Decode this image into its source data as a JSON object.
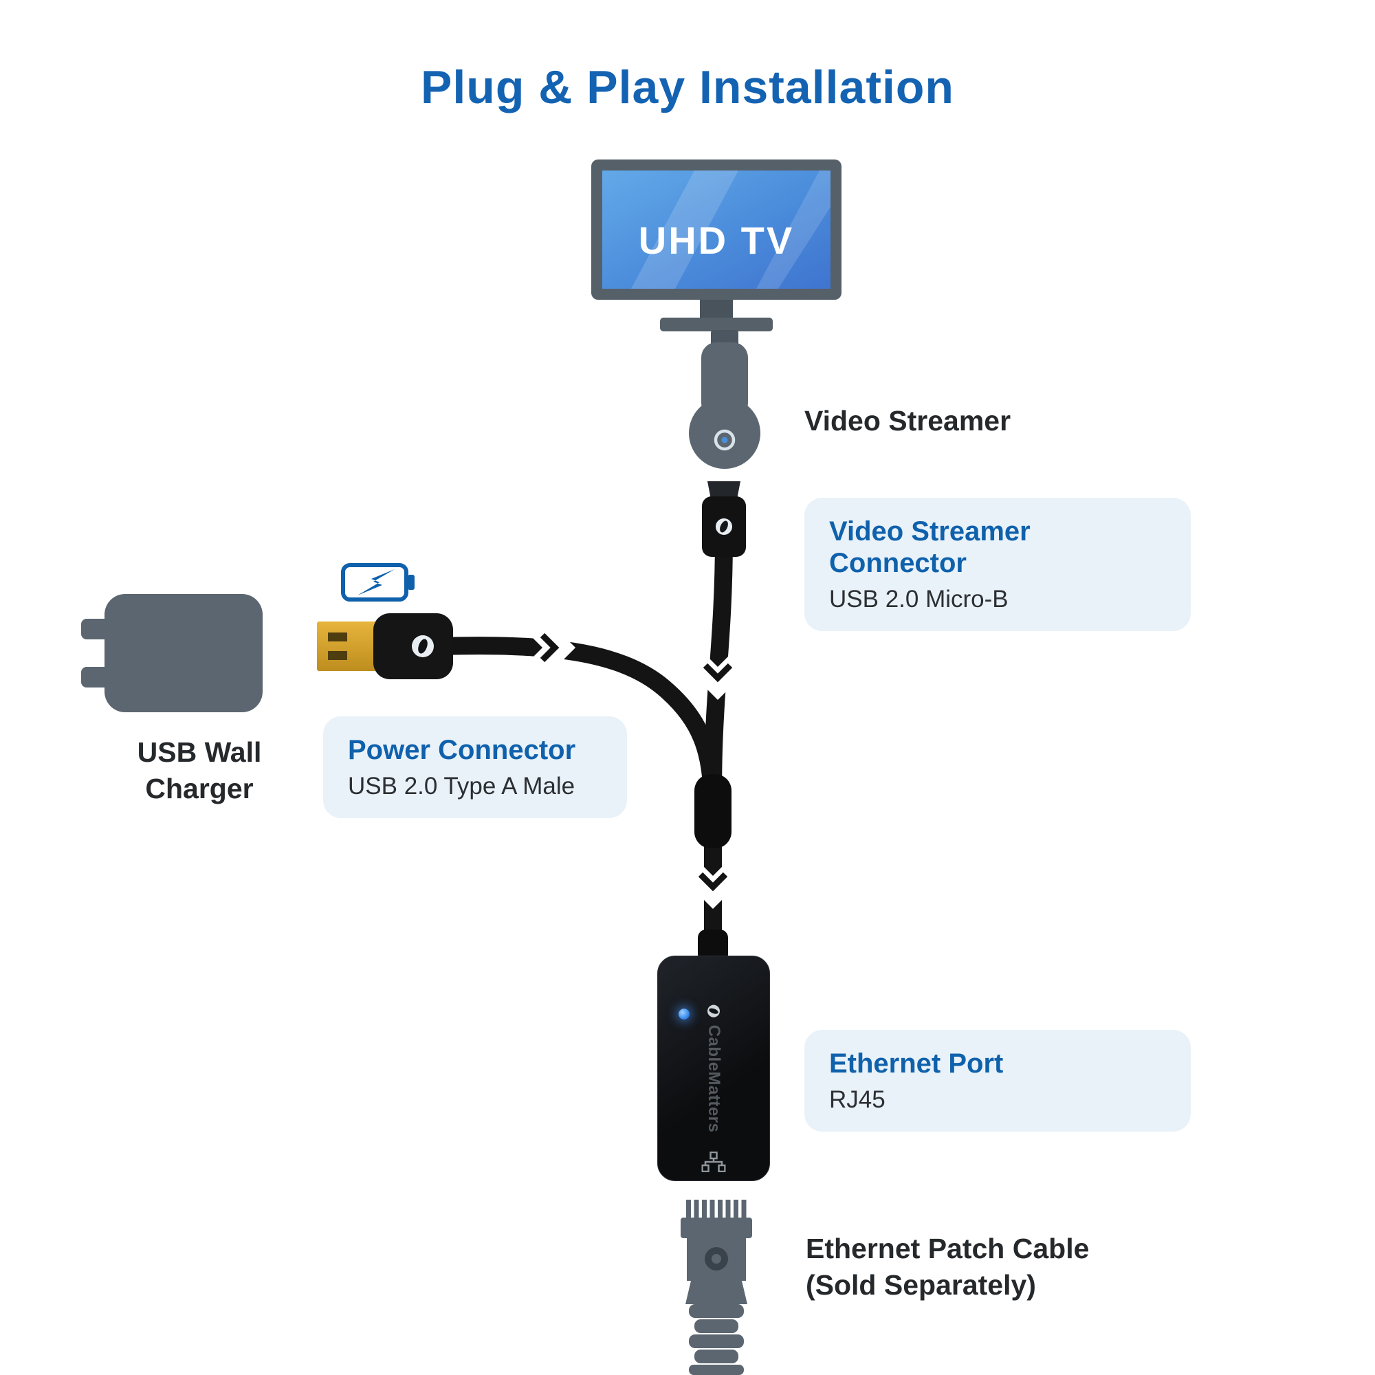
{
  "title": "Plug & Play Installation",
  "tv": {
    "label": "UHD TV"
  },
  "streamer": {
    "label": "Video Streamer"
  },
  "streamer_connector": {
    "title": "Video Streamer Connector",
    "subtitle": "USB 2.0 Micro-B"
  },
  "power_connector": {
    "title": "Power Connector",
    "subtitle": "USB 2.0 Type A Male"
  },
  "wall_charger": {
    "line1": "USB Wall",
    "line2": "Charger"
  },
  "ethernet_port": {
    "title": "Ethernet Port",
    "subtitle": "RJ45"
  },
  "patch_cable": {
    "line1": "Ethernet Patch Cable",
    "line2": "(Sold Separately)"
  },
  "adapter": {
    "brand": "CableMatters"
  },
  "icons": {
    "battery_charging": "battery-with-lightning-bolt",
    "streamer_logo": "circle-ring-with-dot",
    "brand_logo": "cablematters-ball",
    "ethernet_port_glyph": "three-node-network",
    "led_indicator": "blue-status-led"
  },
  "colors": {
    "accent_blue": "#1463b2",
    "callout_bg": "#e9f2f9",
    "device_gray": "#5b6670",
    "cable_black": "#141414",
    "usb_gold": "#d2a02b",
    "screen_blue": "#4b8cdb",
    "led_blue": "#3b8ced",
    "text_dark": "#26292c"
  }
}
